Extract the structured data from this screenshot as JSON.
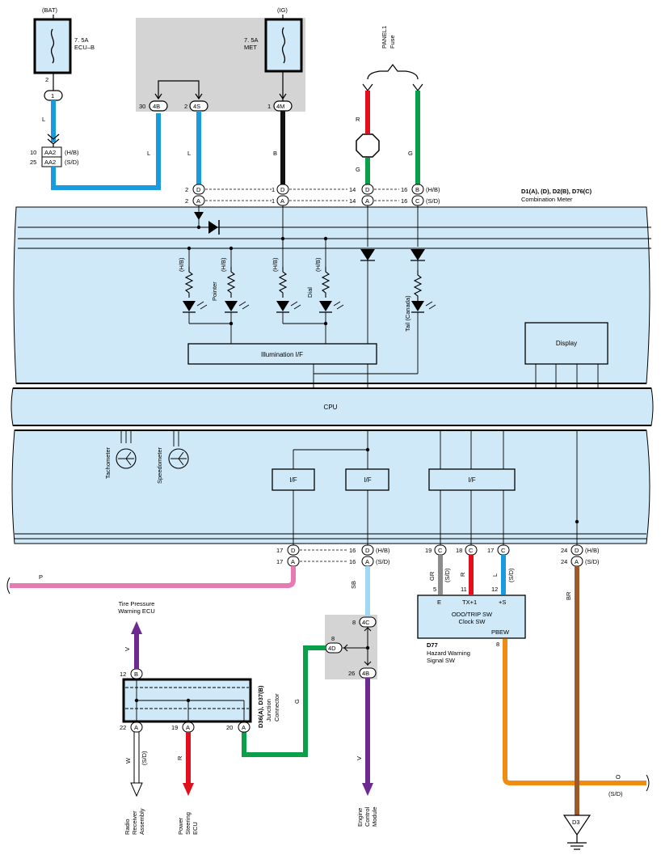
{
  "fuses": {
    "bat": {
      "source": "(BAT)",
      "rating": "7. 5A",
      "name": "ECU–B"
    },
    "ig": {
      "source": "(IG)",
      "rating": "7. 5A",
      "name": "MET"
    },
    "panel": {
      "name": "PANEL1",
      "sub": "Fuse"
    }
  },
  "pins": {
    "p2": "2",
    "c1": "1",
    "p30": "30",
    "c4B": "4B",
    "p2b": "2",
    "c4S": "4S",
    "p1": "1",
    "c4M": "4M",
    "aa2_1": "AA2",
    "aa2_2": "AA2",
    "p10": "10",
    "p25": "25",
    "p2d": "2",
    "p2a": "2",
    "cD": "D",
    "cA": "A",
    "p1d": "1",
    "p1a": "1",
    "cD1": "D",
    "cA1": "A",
    "p14d": "14",
    "p14a": "14",
    "cD14": "D",
    "cA14": "A",
    "p16b": "16",
    "p16c": "16",
    "cB16": "B",
    "cC16": "C",
    "p17d": "17",
    "p17a": "17",
    "cD17": "D",
    "cA17": "A",
    "p16d": "16",
    "p16a": "16",
    "cD16": "D",
    "cA16": "A",
    "p19": "19",
    "cC19": "C",
    "p18": "18",
    "cC18": "C",
    "p17c": "17",
    "cC17": "C",
    "p24d": "24",
    "p24a": "24",
    "cD24": "D",
    "cA24": "A",
    "p8": "8",
    "c4C": "4C",
    "c4D": "4D",
    "p8b": "8",
    "p26": "26",
    "c4B2": "4B",
    "p12": "12",
    "cB12": "B",
    "p22": "22",
    "cA22": "A",
    "p19b": "19",
    "cA19": "A",
    "p20": "20",
    "cA20": "A",
    "p5": "5",
    "p11": "11",
    "p12b": "12",
    "p8c": "8"
  },
  "variants": {
    "hb": "(H/B)",
    "sd": "(S/D)"
  },
  "wires": {
    "L1": "L",
    "L2": "L",
    "L3": "L",
    "B": "B",
    "R": "R",
    "G1": "G",
    "G2": "G",
    "G3": "G",
    "P": "P",
    "SB": "SB",
    "GR": "GR",
    "R2": "R",
    "L4": "L",
    "BR": "BR",
    "V1": "V",
    "V2": "V",
    "W": "W",
    "R3": "R",
    "O": "O"
  },
  "meter": {
    "title": "D1(A), (D), D2(B), D76(C)",
    "subtitle": "Combination Meter",
    "pointer": "Pointer",
    "dial": "Dial",
    "tail": "Tail (Canada)",
    "illum": "Illumination I/F",
    "display": "Display",
    "cpu": "CPU",
    "if": "I/F",
    "tach": "Tachometer",
    "speedo": "Speedometer"
  },
  "odo": {
    "e": "E",
    "tx": "TX+1",
    "s": "+S",
    "title1": "ODO/TRIP SW",
    "title2": "Clock SW",
    "pbew": "PBEW",
    "label": "D77",
    "sub1": "Hazard Warning",
    "sub2": "Signal SW"
  },
  "junction": {
    "title": "D36(A), D37(B)",
    "sub1": "Junction",
    "sub2": "Connector"
  },
  "destinations": {
    "tpw1": "Tire Pressure",
    "tpw2": "Warning ECU",
    "radio1": "Radio",
    "radio2": "Receiver",
    "radio3": "Assembly",
    "ps1": "Power",
    "ps2": "Steering",
    "ps3": "ECU",
    "ecm1": "Engine",
    "ecm2": "Control",
    "ecm3": "Module",
    "ground": "D3"
  },
  "colors": {
    "blue": "#1a9be0",
    "black": "#111111",
    "red": "#e0101e",
    "green": "#0aa04a",
    "pink": "#e87ab3",
    "lightblue": "#9fd8f2",
    "gray": "#8c8c8c",
    "brown": "#9c5a2a",
    "purple": "#6d2a91",
    "orange": "#ef8c12",
    "panel": "#cfe9f8",
    "fusebox": "#d4d4d4"
  }
}
